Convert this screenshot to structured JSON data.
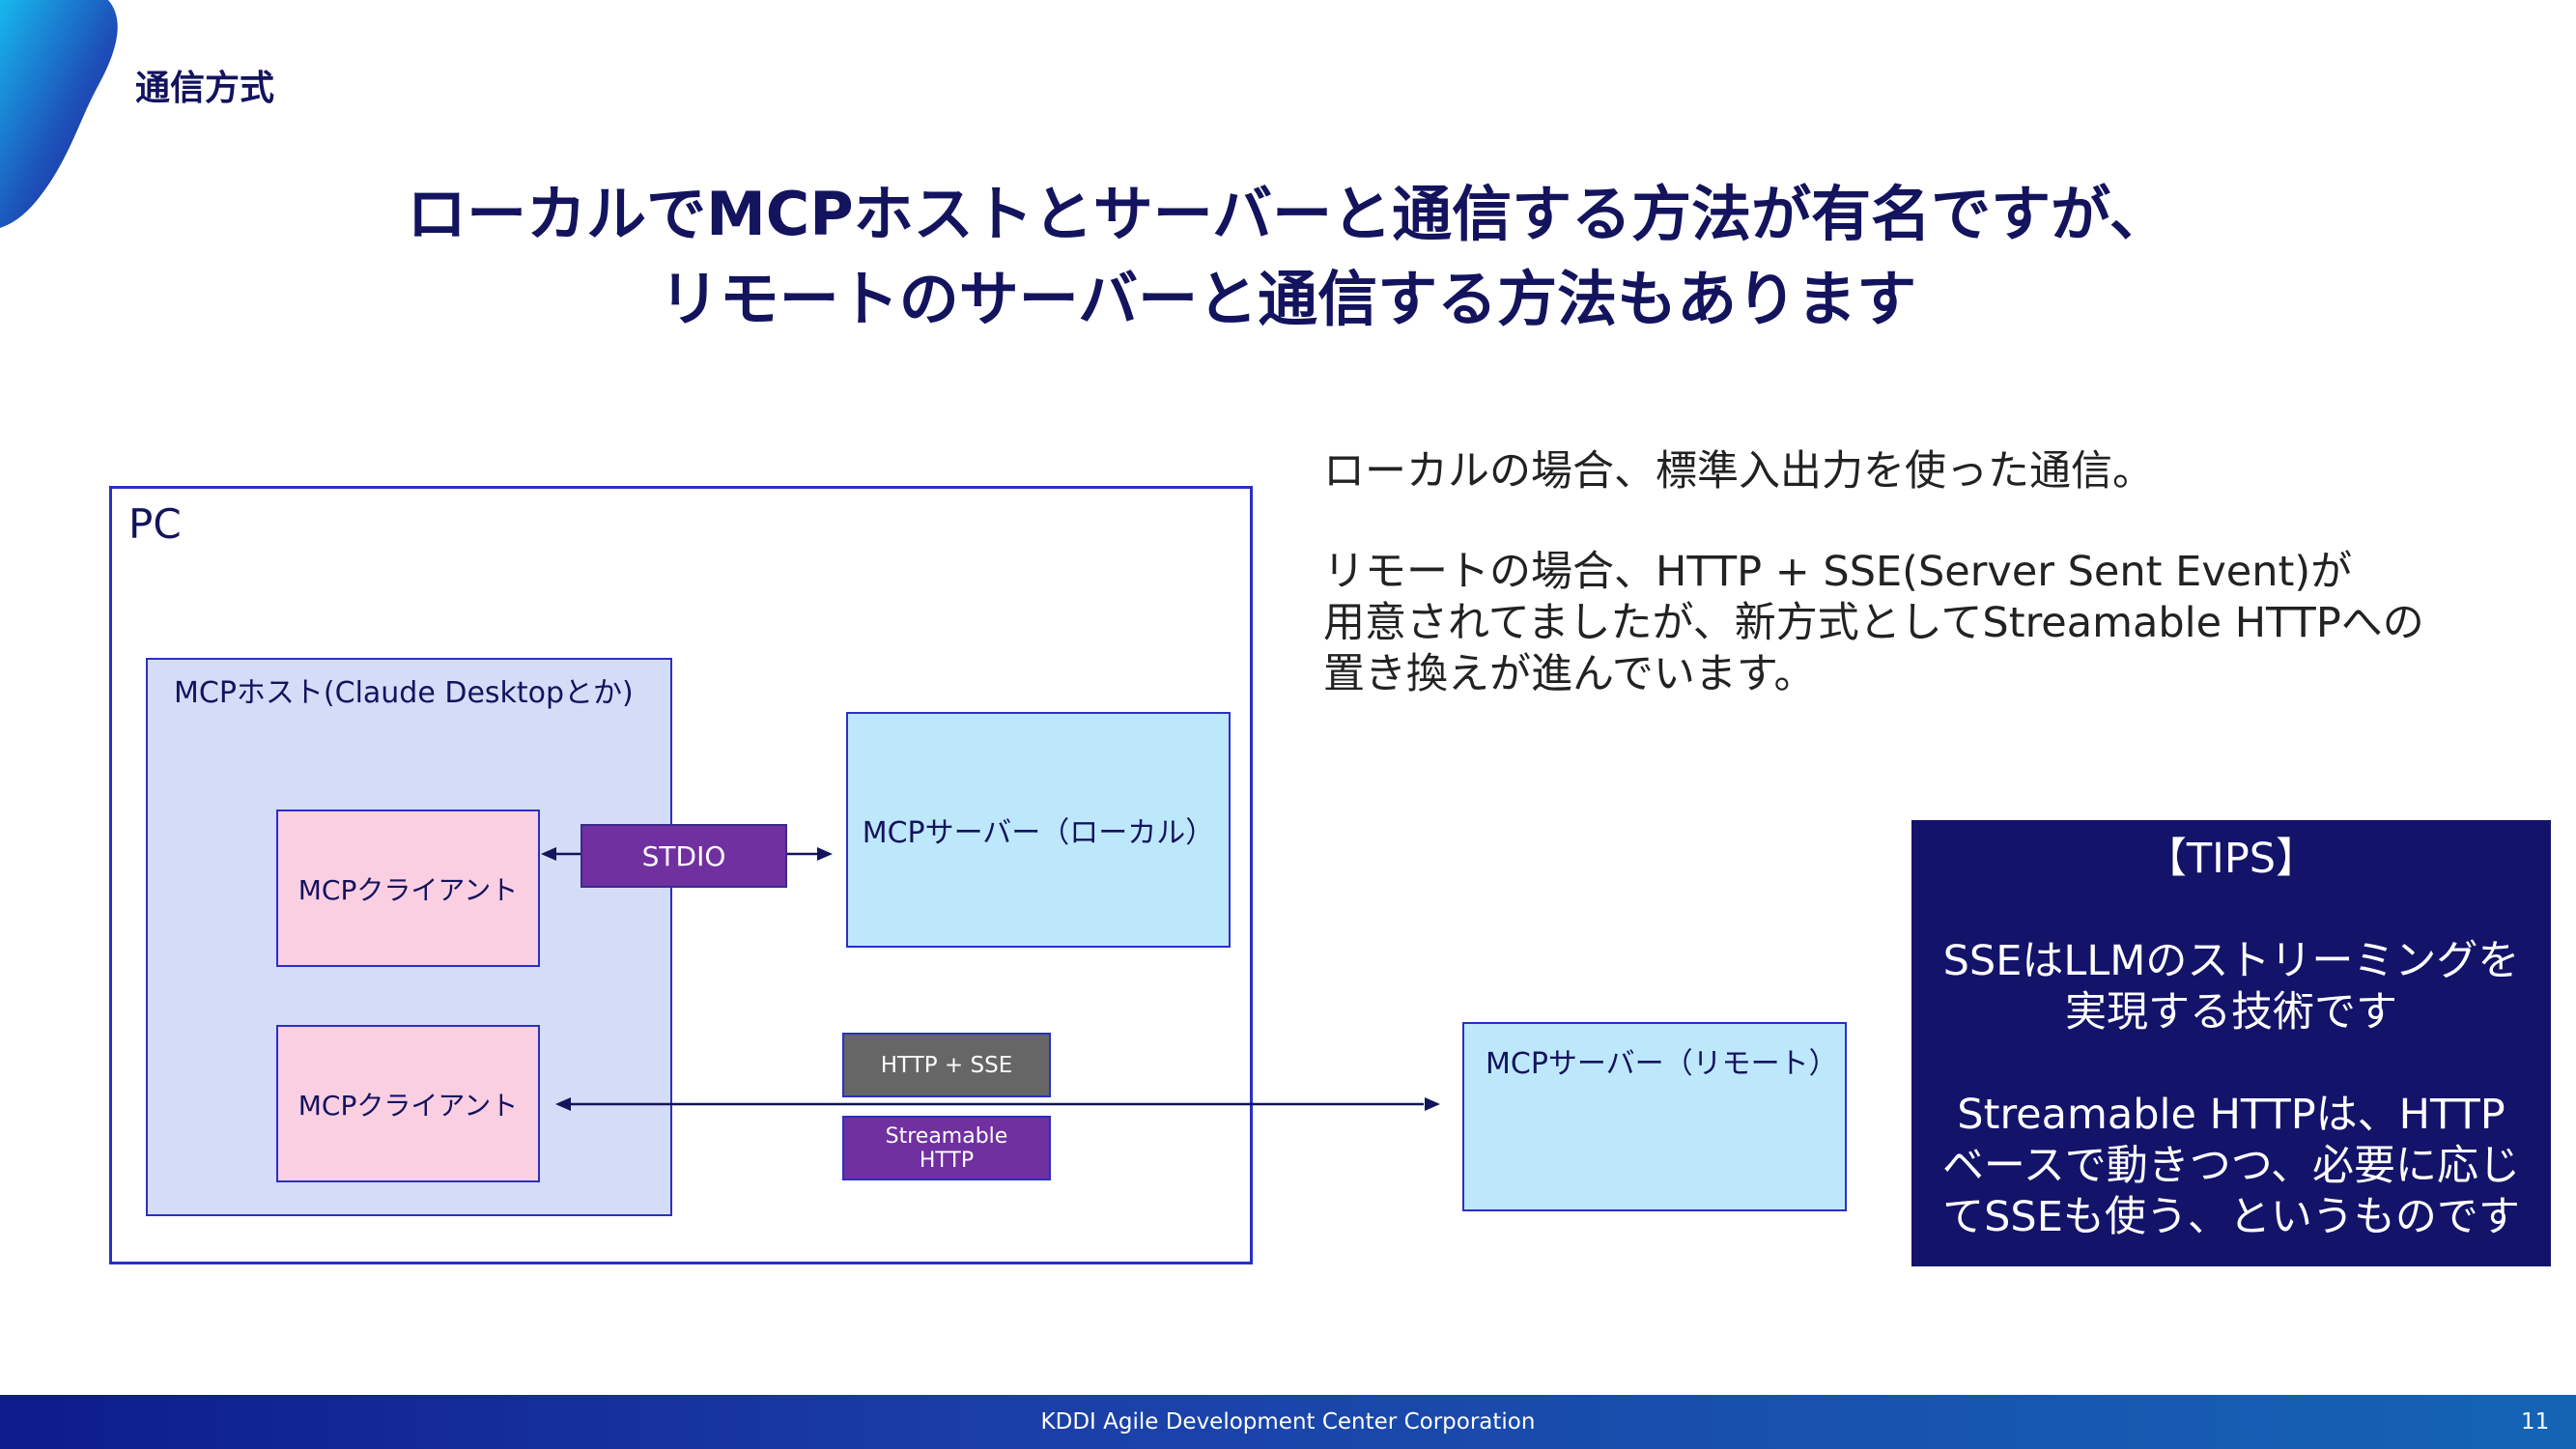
{
  "section_label": "通信方式",
  "headline": {
    "line1": "ローカルでMCPホストとサーバーと通信する方法が有名ですが、",
    "line2": "リモートのサーバーと通信する方法もあります"
  },
  "diagram": {
    "pc_label": "PC",
    "host_label": "MCPホスト(Claude Desktopとか)",
    "client_1": "MCPクライアント",
    "client_2": "MCPクライアント",
    "server_local": "MCPサーバー（ローカル）",
    "server_remote": "MCPサーバー（リモート）",
    "protocols": {
      "stdio": "STDIO",
      "http_sse": "HTTP + SSE",
      "streamable_line1": "Streamable",
      "streamable_line2": "HTTP"
    }
  },
  "explanation": {
    "para1": "ローカルの場合、標準入出力を使った通信。",
    "para2_line1": "リモートの場合、HTTP + SSE(Server Sent Event)が",
    "para2_line2": "用意されてましたが、新方式としてStreamable HTTPへの",
    "para2_line3": "置き換えが進んでいます。"
  },
  "tips": {
    "title": "【TIPS】",
    "p1_line1": "SSEはLLMのストリーミングを",
    "p1_line2": "実現する技術です",
    "p2_line1": "Streamable HTTPは、HTTP",
    "p2_line2": "ベースで動きつつ、必要に応じ",
    "p2_line3": "てSSEも使う、というものです"
  },
  "footer": {
    "text": "KDDI Agile Development Center Corporation",
    "page_number": "11"
  },
  "colors": {
    "navy": "#13135e",
    "border_blue": "#2a2fc6",
    "host_fill": "#d4dcf7",
    "client_fill": "#fbcfe2",
    "server_fill": "#bde8fc",
    "protocol_purple": "#7030a0",
    "protocol_gray": "#666666",
    "tips_fill": "#13136a"
  },
  "icons": {
    "corner": "decorative-corner-shape"
  }
}
